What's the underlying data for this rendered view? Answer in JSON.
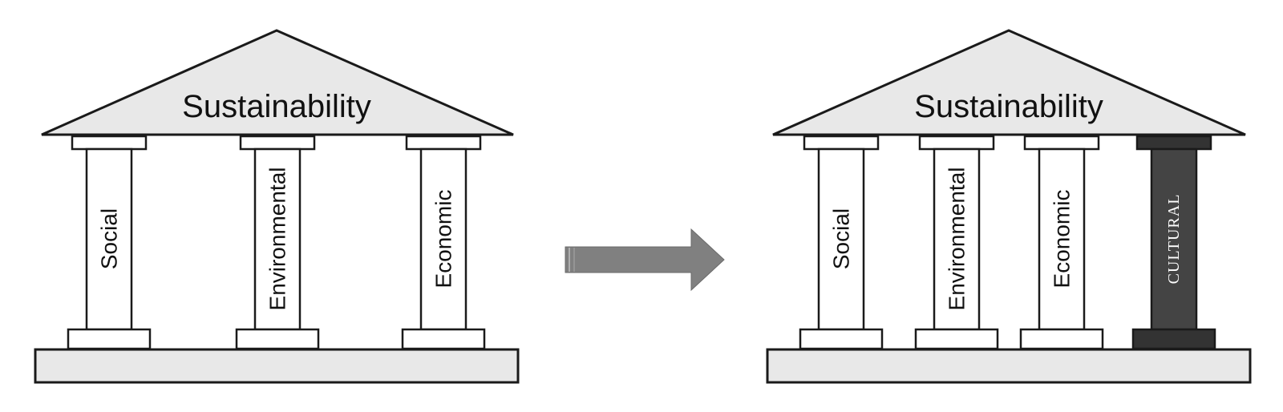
{
  "left_temple": {
    "roof_title": "Sustainability",
    "pillars": [
      {
        "label": "Social"
      },
      {
        "label": "Environmental"
      },
      {
        "label": "Economic"
      }
    ]
  },
  "transition_arrow": {
    "icon": "right-arrow-icon",
    "color": "#808080"
  },
  "right_temple": {
    "roof_title": "Sustainability",
    "pillars": [
      {
        "label": "Social"
      },
      {
        "label": "Environmental"
      },
      {
        "label": "Economic"
      },
      {
        "label": "CULTURAL",
        "highlighted": true
      }
    ]
  },
  "colors": {
    "structure_fill": "#e8e8e8",
    "outline": "#1a1a1a",
    "highlight_fill": "#444444",
    "highlight_cap": "#333333"
  }
}
